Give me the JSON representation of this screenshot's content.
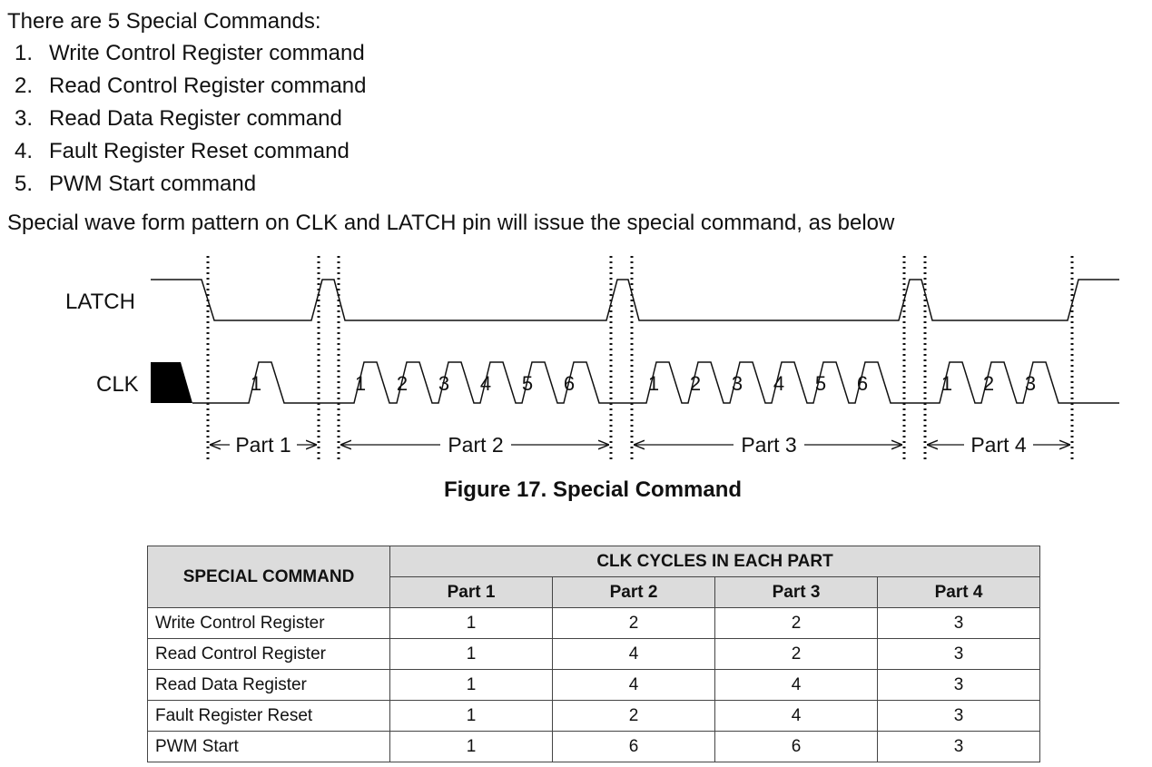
{
  "intro": "There are 5 Special Commands:",
  "commands": [
    {
      "num": "1.",
      "label": "Write Control Register command"
    },
    {
      "num": "2.",
      "label": "Read Control Register command"
    },
    {
      "num": "3.",
      "label": "Read Data Register command"
    },
    {
      "num": "4.",
      "label": "Fault Register Reset command"
    },
    {
      "num": "5.",
      "label": "PWM Start command"
    }
  ],
  "description": "Special wave form pattern on CLK and LATCH pin will issue the special command, as below",
  "diagram": {
    "latch_label": "LATCH",
    "clk_label": "CLK",
    "parts": [
      {
        "label": "Part 1",
        "clk_numbers": [
          "1"
        ]
      },
      {
        "label": "Part 2",
        "clk_numbers": [
          "1",
          "2",
          "3",
          "4",
          "5",
          "6"
        ]
      },
      {
        "label": "Part 3",
        "clk_numbers": [
          "1",
          "2",
          "3",
          "4",
          "5",
          "6"
        ]
      },
      {
        "label": "Part 4",
        "clk_numbers": [
          "1",
          "2",
          "3"
        ]
      }
    ]
  },
  "figure_caption": "Figure 17.  Special Command",
  "table": {
    "header_command": "SPECIAL COMMAND",
    "header_group": "CLK CYCLES IN EACH PART",
    "part_headers": [
      "Part 1",
      "Part 2",
      "Part 3",
      "Part 4"
    ],
    "rows": [
      {
        "name": "Write Control Register",
        "values": [
          "1",
          "2",
          "2",
          "3"
        ]
      },
      {
        "name": "Read Control Register",
        "values": [
          "1",
          "4",
          "2",
          "3"
        ]
      },
      {
        "name": "Read Data Register",
        "values": [
          "1",
          "4",
          "4",
          "3"
        ]
      },
      {
        "name": "Fault Register Reset",
        "values": [
          "1",
          "2",
          "4",
          "3"
        ]
      },
      {
        "name": "PWM Start",
        "values": [
          "1",
          "6",
          "6",
          "3"
        ]
      }
    ]
  }
}
